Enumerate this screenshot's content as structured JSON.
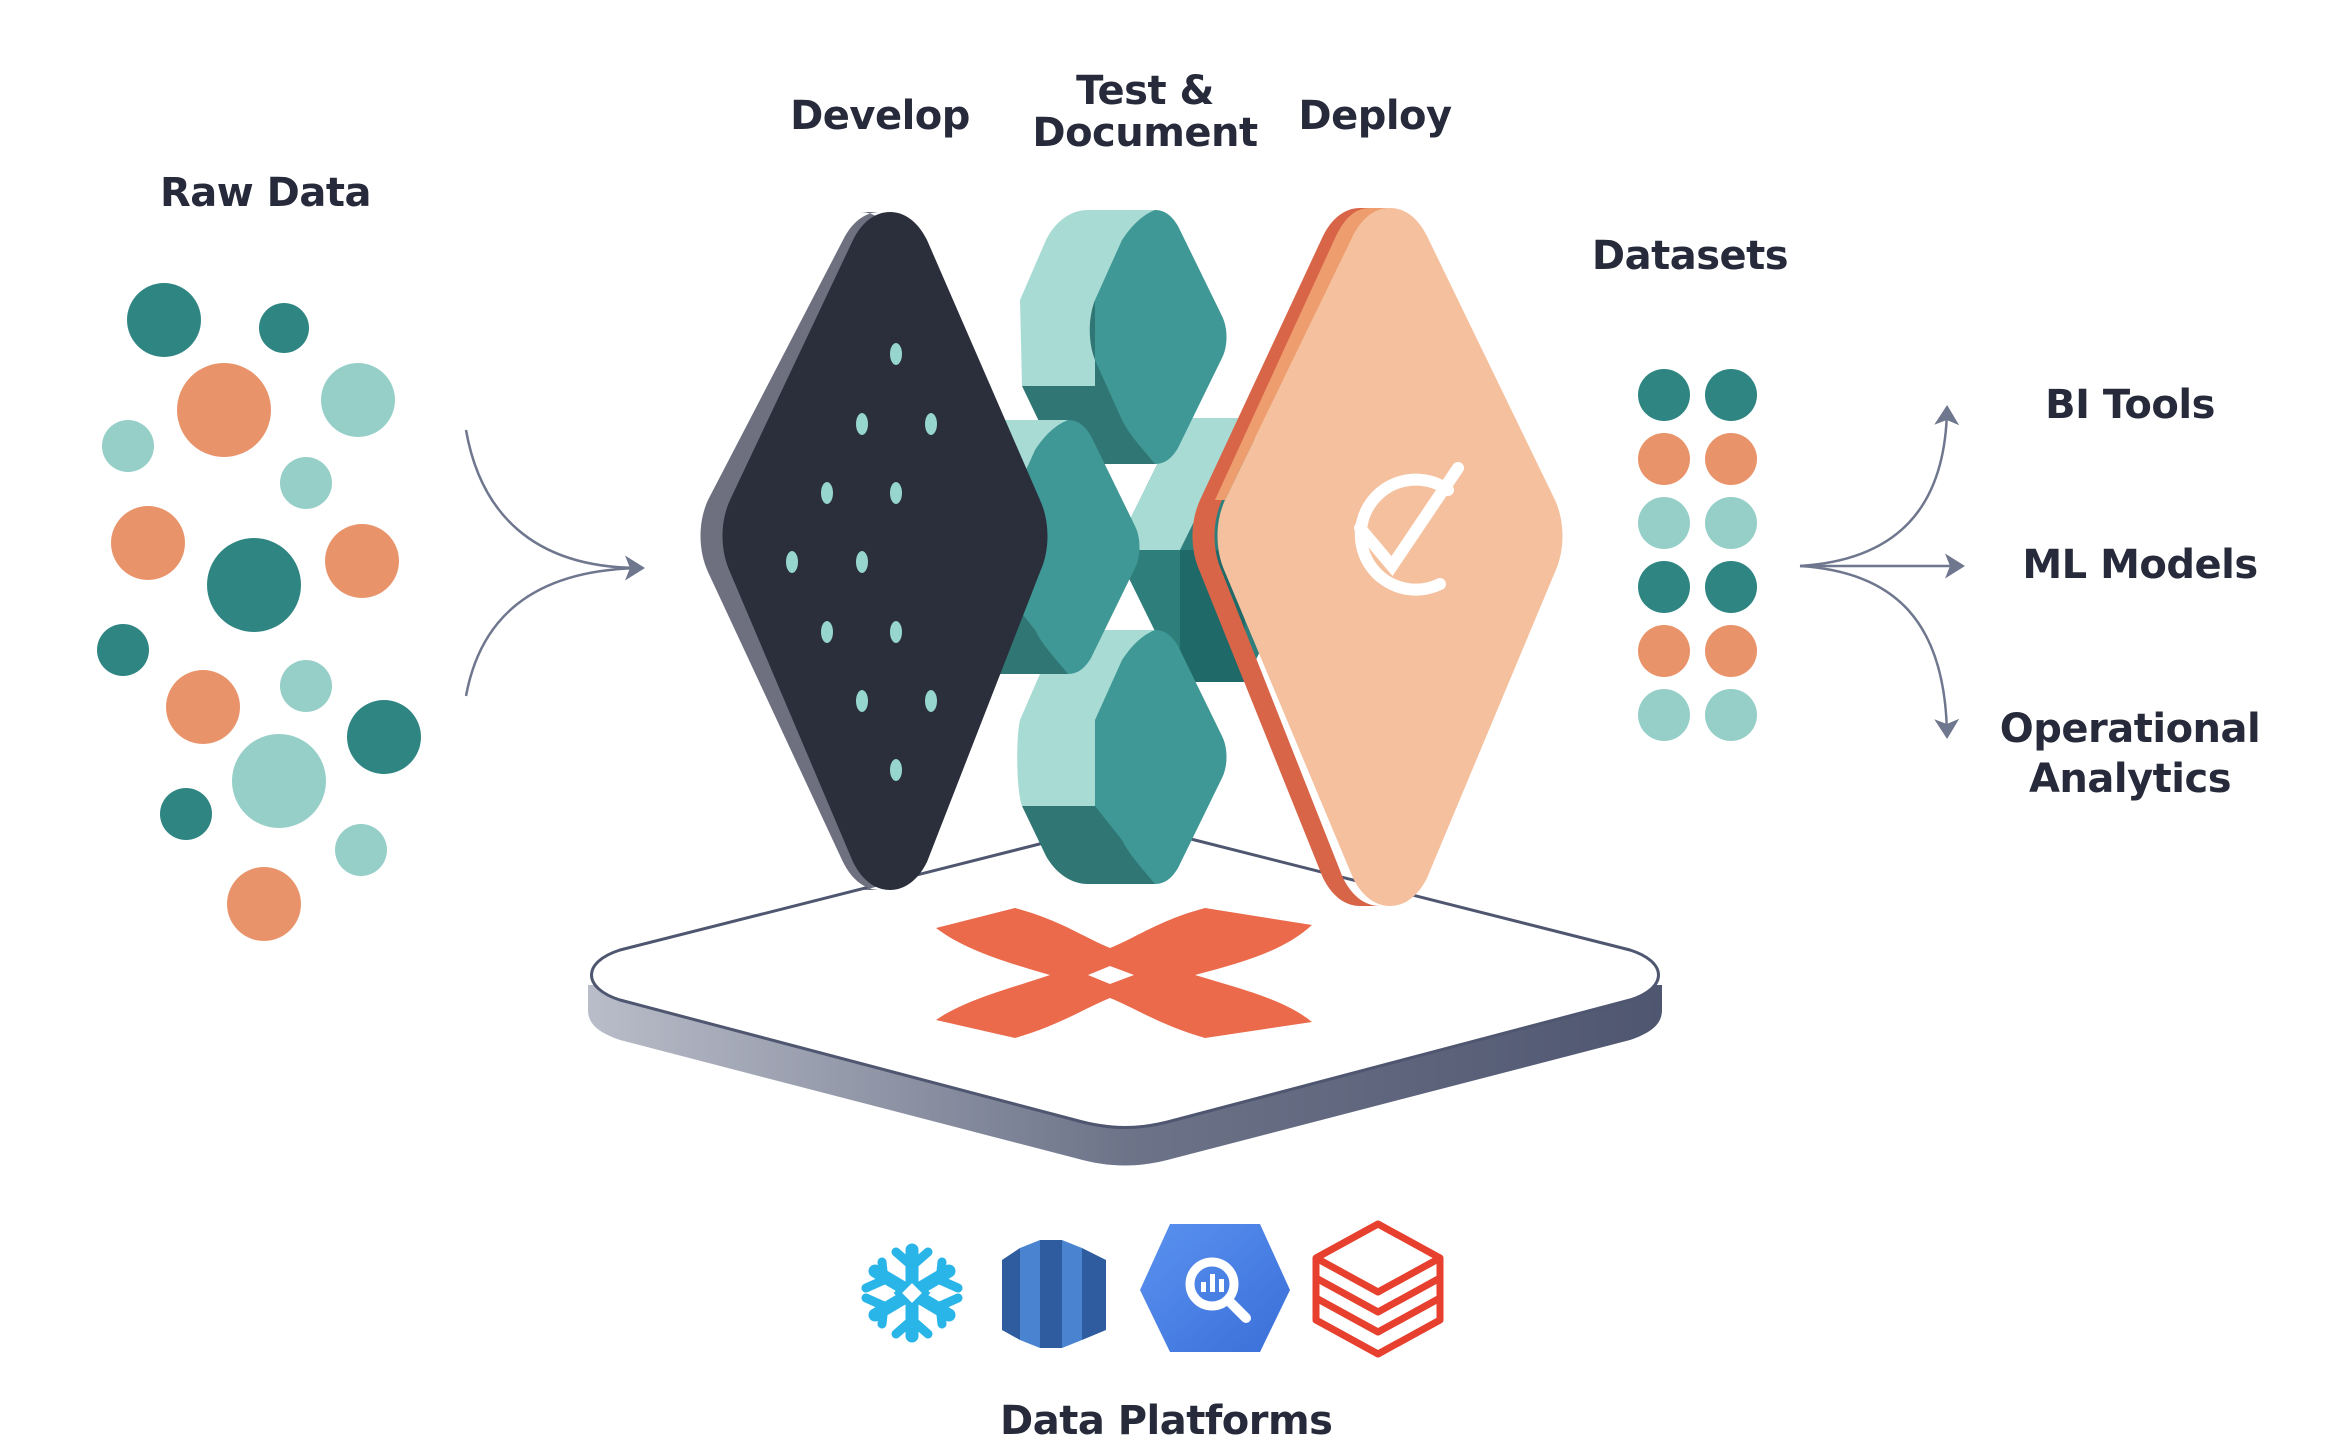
{
  "labels": {
    "raw_data": "Raw Data",
    "develop": "Develop",
    "test_line1": "Test &",
    "test_line2": "Document",
    "deploy": "Deploy",
    "datasets": "Datasets",
    "bi_tools": "BI Tools",
    "ml_models": "ML Models",
    "operational_line1": "Operational",
    "operational_line2": "Analytics",
    "data_platforms": "Data Platforms"
  },
  "colors": {
    "text": "#262a3a",
    "dark_teal": "#2e8582",
    "orange": "#e9936a",
    "light_teal": "#96cfc8",
    "develop_block": "#2b2e3b",
    "deploy_block": "#f5c09d",
    "logo": "#eb6a4b",
    "arrow": "#6f778e"
  },
  "platform_icons": [
    "snowflake-icon",
    "redshift-icon",
    "bigquery-icon",
    "databricks-icon"
  ]
}
